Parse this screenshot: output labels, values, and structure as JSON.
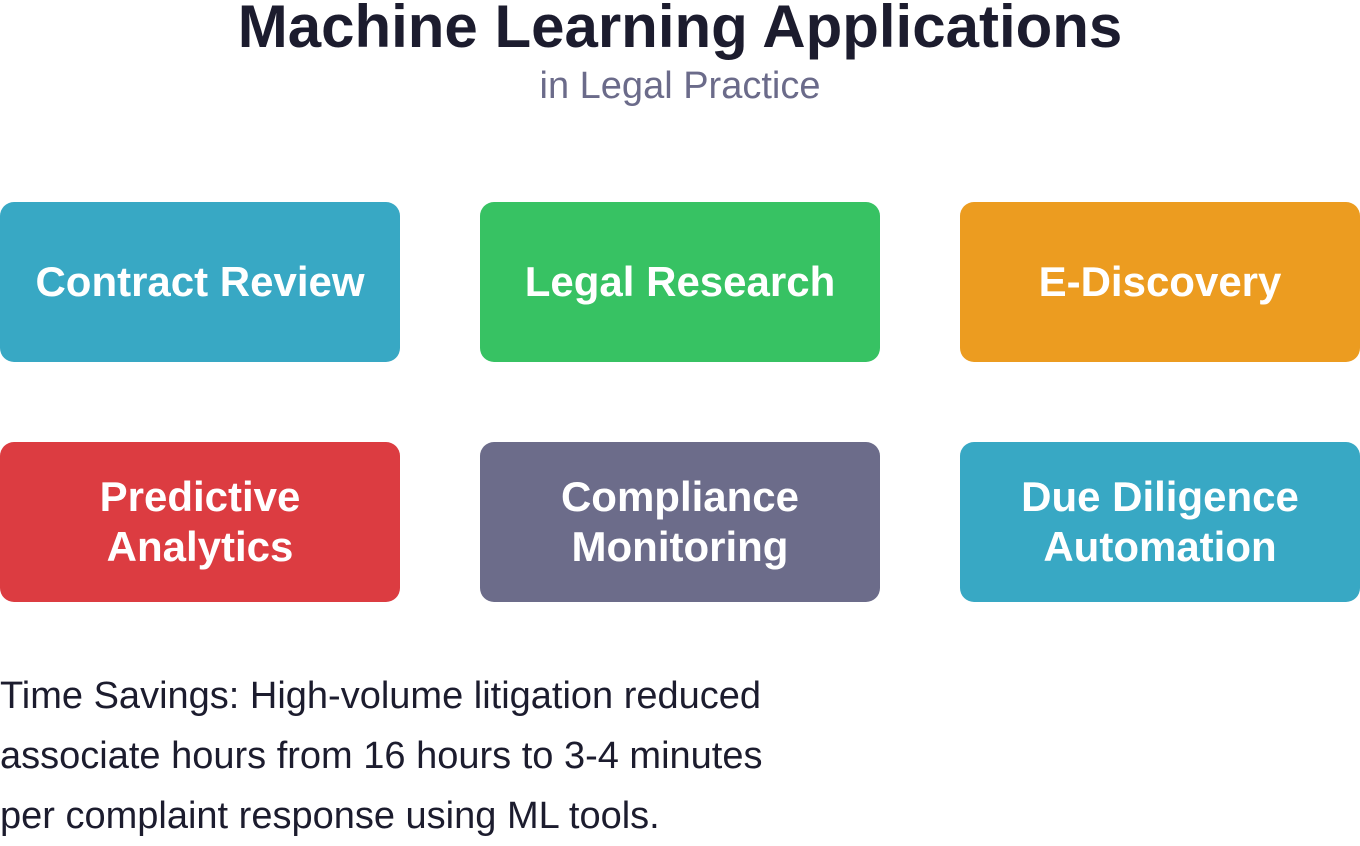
{
  "header": {
    "title": "Machine Learning Applications",
    "subtitle": "in Legal Practice"
  },
  "applications": [
    {
      "label": "Contract Review",
      "color": "#38a8c4"
    },
    {
      "label": "Legal Research",
      "color": "#37c263"
    },
    {
      "label": "E-Discovery",
      "color": "#ec9c20"
    },
    {
      "label": "Predictive\nAnalytics",
      "color": "#dc3c41"
    },
    {
      "label": "Compliance\nMonitoring",
      "color": "#6c6c8a"
    },
    {
      "label": "Due Diligence\nAutomation",
      "color": "#38a8c4"
    }
  ],
  "note": {
    "lines": [
      "Time Savings: High-volume litigation reduced",
      "associate hours from 16 hours to 3-4 minutes",
      "per complaint response using ML tools."
    ]
  }
}
